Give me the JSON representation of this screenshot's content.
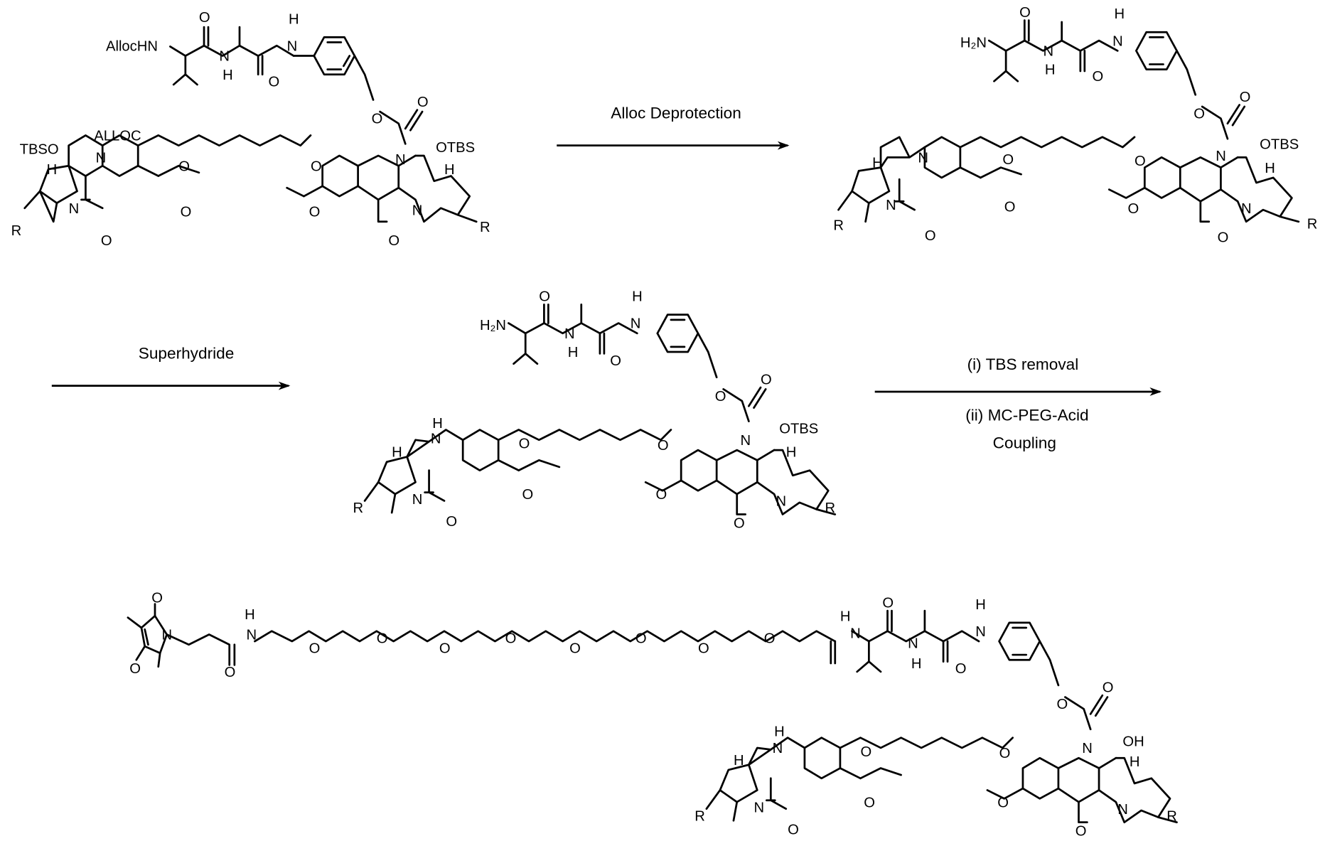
{
  "scheme": {
    "steps": [
      {
        "conditions": [
          "Alloc Deprotection"
        ]
      },
      {
        "conditions": [
          "Superhydride"
        ]
      },
      {
        "conditions": [
          "(i) TBS removal",
          "(ii) MC-PEG-Acid",
          "Coupling"
        ]
      }
    ],
    "compounds": [
      {
        "labels": {
          "alloc_hn": "AllocHN",
          "nh": "N",
          "h": "H",
          "o": "O",
          "hn_h": "H",
          "hn_n": "N",
          "carbonate_o": "O",
          "carbonate_o2": "O",
          "tbso": "TBSO",
          "alloc": "ALLOC",
          "h_left": "H",
          "n_left": "N",
          "o_ether_left": "O",
          "o_ether_right": "O",
          "n_right": "N",
          "otbs": "OTBS",
          "h_right": "H",
          "n_pyrr_left": "N",
          "n_pyrr_right": "N",
          "ome_left": "O",
          "ome_right": "O",
          "co_left": "O",
          "co_right": "O",
          "r_left": "R",
          "r_right": "R",
          "o_amide1": "O",
          "o_amide2": "O"
        }
      },
      {
        "labels": {
          "h2n": "H₂N",
          "nh": "N",
          "h": "H",
          "hn_h": "H",
          "hn_n": "N",
          "carbonate_o": "O",
          "carbonate_o2": "O",
          "h_left": "H",
          "n_imine": "N",
          "o_ether_left": "O",
          "o_ether_right": "O",
          "n_right": "N",
          "otbs": "OTBS",
          "h_right": "H",
          "n_pyrr_left": "N",
          "n_pyrr_right": "N",
          "ome_left": "O",
          "ome_right": "O",
          "co_left": "O",
          "co_right": "O",
          "r_left": "R",
          "r_right": "R",
          "o_amide1": "O",
          "o_amide2": "O"
        }
      },
      {
        "labels": {
          "h2n": "H₂N",
          "nh": "N",
          "h": "H",
          "hn_h": "H",
          "hn_n": "N",
          "carbonate_o": "O",
          "carbonate_o2": "O",
          "nh_left_h": "H",
          "nh_left_n": "N",
          "h_left": "H",
          "o_ether_left": "O",
          "o_ether_right": "O",
          "n_right": "N",
          "otbs": "OTBS",
          "h_right": "H",
          "n_pyrr_left": "N",
          "n_pyrr_right": "N",
          "ome_left": "O",
          "ome_right": "O",
          "co_left": "O",
          "co_right": "O",
          "r_left": "R",
          "r_right": "R",
          "o_amide1": "O",
          "o_amide2": "O"
        }
      },
      {
        "labels": {
          "maleimide_n": "N",
          "maleimide_o1": "O",
          "maleimide_o2": "O",
          "amide_n": "N",
          "amide_h": "H",
          "amide_o": "O",
          "peg_o": [
            "O",
            "O",
            "O",
            "O",
            "O",
            "O",
            "O",
            "O"
          ],
          "val_n": "N",
          "val_h": "H",
          "o_amide1": "O",
          "ala_n": "N",
          "ala_h": "H",
          "o_amide2": "O",
          "hn_h": "H",
          "hn_n": "N",
          "carbonate_o": "O",
          "carbonate_o2": "O",
          "oh": "OH",
          "h_right": "H",
          "n_right": "N",
          "nh_left_h": "H",
          "nh_left_n": "N",
          "h_left": "H",
          "o_ether_left": "O",
          "o_ether_right": "O",
          "n_pyrr_left": "N",
          "n_pyrr_right": "N",
          "ome_left": "O",
          "ome_right": "O",
          "co_left": "O",
          "co_right": "O",
          "r_left": "R",
          "r_right": "R"
        }
      }
    ]
  }
}
